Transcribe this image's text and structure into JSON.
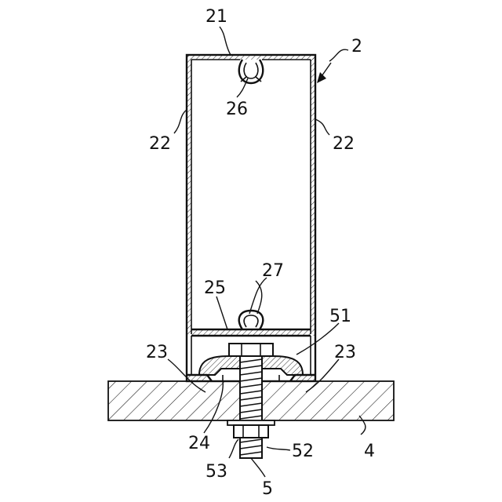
{
  "figure": {
    "labels": {
      "l21": "21",
      "l2": "2",
      "l26": "26",
      "l22_left": "22",
      "l22_right": "22",
      "l27": "27",
      "l25": "25",
      "l51": "51",
      "l23_left": "23",
      "l23_right": "23",
      "l24": "24",
      "l52": "52",
      "l4": "4",
      "l53": "53",
      "l5": "5"
    }
  }
}
